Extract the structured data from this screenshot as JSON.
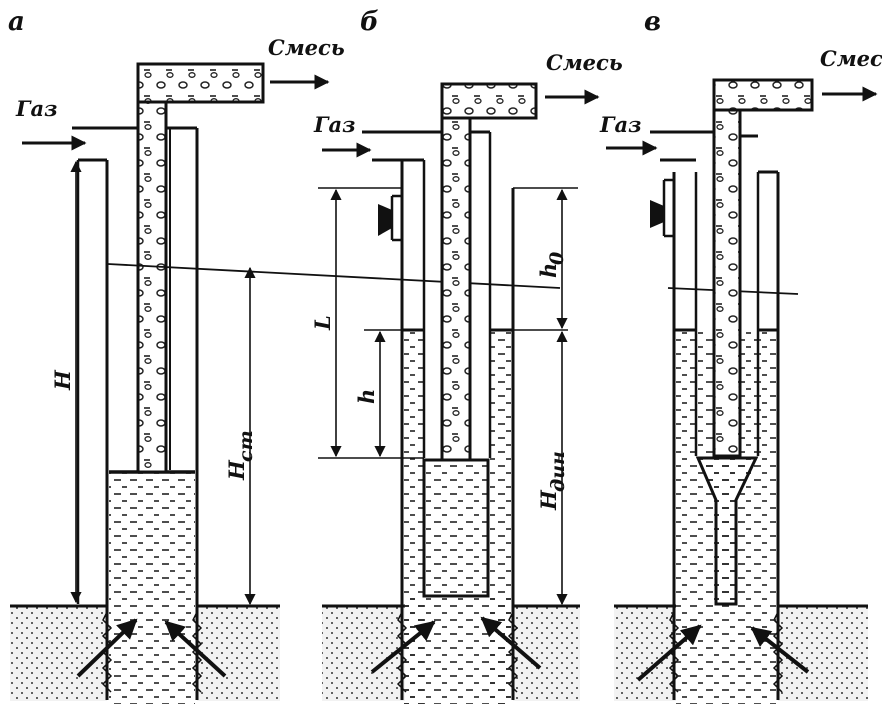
{
  "panels": {
    "a": {
      "letter": "a",
      "gas": "Газ",
      "mix": "Смесь",
      "H": "H",
      "Hst": "H",
      "Hst_sub": "ст"
    },
    "b": {
      "letter": "б",
      "gas": "Газ",
      "mix": "Смесь",
      "L": "L",
      "h": "h",
      "h0": "h",
      "h0_sub": "0",
      "Hdin": "H",
      "Hdin_sub": "дин"
    },
    "c": {
      "letter": "в",
      "gas": "Газ",
      "mix": "Смесі"
    }
  },
  "colors": {
    "ink": "#111111",
    "paper": "#ffffff",
    "soil": "#e6e6e6"
  }
}
